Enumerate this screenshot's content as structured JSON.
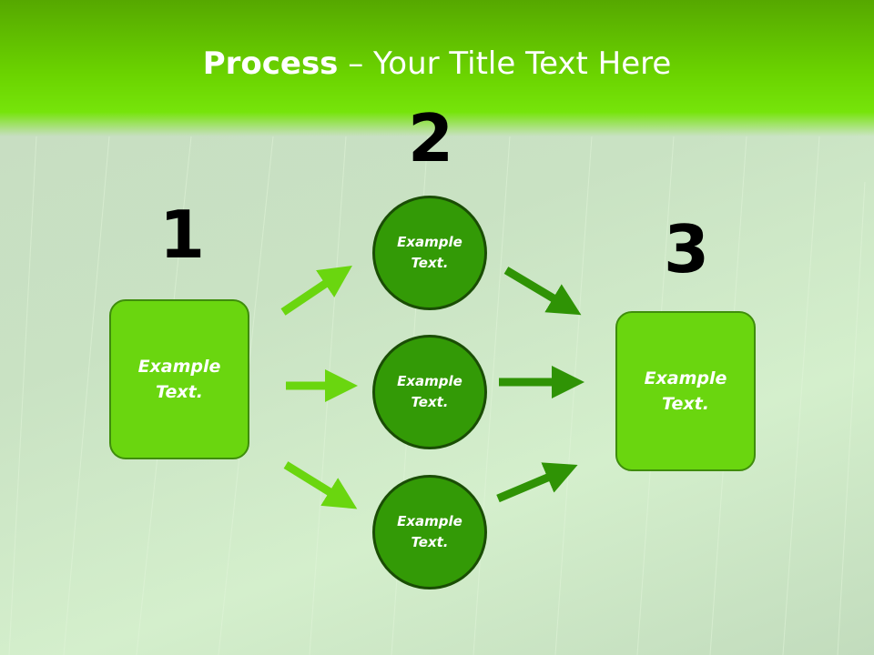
{
  "slide": {
    "title_bold": "Process",
    "title_rest": " – Your Title Text Here"
  },
  "steps": {
    "one": "1",
    "two": "2",
    "three": "3"
  },
  "nodes": {
    "left_box": {
      "line1": "Example",
      "line2": "Text."
    },
    "circle_top": {
      "line1": "Example",
      "line2": "Text."
    },
    "circle_middle": {
      "line1": "Example",
      "line2": "Text."
    },
    "circle_bottom": {
      "line1": "Example",
      "line2": "Text."
    },
    "right_box": {
      "line1": "Example",
      "line2": "Text."
    }
  },
  "colors": {
    "header_green": "#6bd400",
    "box_green": "#6ad60f",
    "circle_green": "#339a06",
    "arrow_light": "#6ad60f",
    "arrow_dark": "#2f9305"
  }
}
